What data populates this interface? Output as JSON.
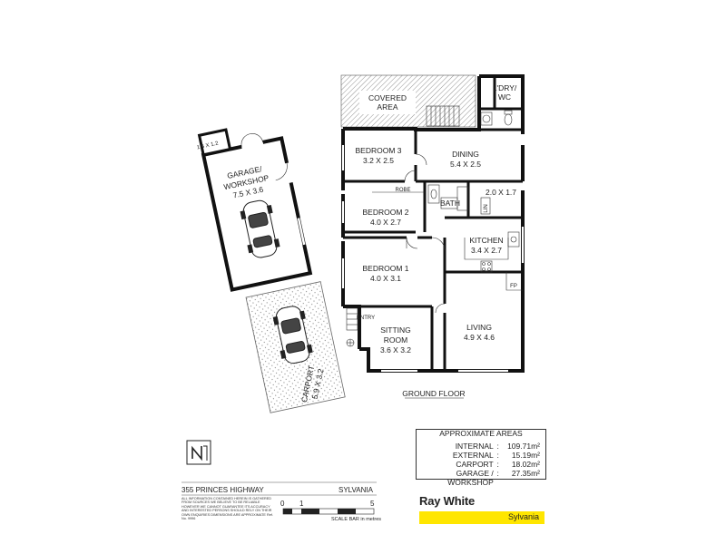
{
  "rooms": {
    "covered": "COVERED",
    "area": "AREA",
    "ldry": "L'DRY/",
    "wc": "WC",
    "bed3_name": "BEDROOM 3",
    "bed3_dim": "3.2 X 2.5",
    "dining_name": "DINING",
    "dining_dim": "5.4 X 2.5",
    "robe": "ROBE",
    "bath": "BATH",
    "small_dim": "2.0 X 1.7",
    "linen": "LIN",
    "bed2_name": "BEDROOM 2",
    "bed2_dim": "4.0 X 2.7",
    "kitchen_name": "KITCHEN",
    "kitchen_dim": "3.4 X 2.7",
    "bed1_name": "BEDROOM 1",
    "bed1_dim": "4.0 X 3.1",
    "fp": "FP",
    "entry": "ENTRY",
    "sitting_name1": "SITTING",
    "sitting_name2": "ROOM",
    "sitting_dim": "3.6 X 3.2",
    "living_name": "LIVING",
    "living_dim": "4.9 X 4.6",
    "garage_name1": "GARAGE/",
    "garage_name2": "WORKSHOP",
    "garage_dim": "7.5 X 3.6",
    "garage_small": "1.5 X 1.2",
    "carport_name": "CARPORT",
    "carport_dim": "5.9 X 3.2",
    "floor_label": "GROUND FLOOR"
  },
  "areas": {
    "title": "APPROXIMATE AREAS",
    "rows": [
      {
        "label": "INTERNAL",
        "value": "109.71m²"
      },
      {
        "label": "EXTERNAL",
        "value": "15.19m²"
      },
      {
        "label": "CARPORT",
        "value": "18.02m²"
      },
      {
        "label": "GARAGE / WORKSHOP",
        "value": "27.35m²"
      }
    ]
  },
  "address": "355 PRINCES HIGHWAY",
  "suburb": "SYLVANIA",
  "disclaimer": "ALL INFORMATION CONTAINED HEREIN IS GATHERED FROM SOURCES WE BELIEVE TO BE RELIABLE HOWEVER WE CANNOT GUARANTEE ITS ACCURACY AND INTERESTED PERSONS SHOULD RELY ON THEIR OWN ENQUIRIES DIMENSIONS ARE APPROXIMATE Ref. No. 9996",
  "scale": {
    "t0": "0",
    "t1": "1",
    "t5": "5",
    "caption": "SCALE BAR in metres"
  },
  "brand": {
    "name": "Ray White",
    "office": "Sylvania",
    "accent": "#ffe600"
  },
  "compass_icon": "north-arrow-icon"
}
